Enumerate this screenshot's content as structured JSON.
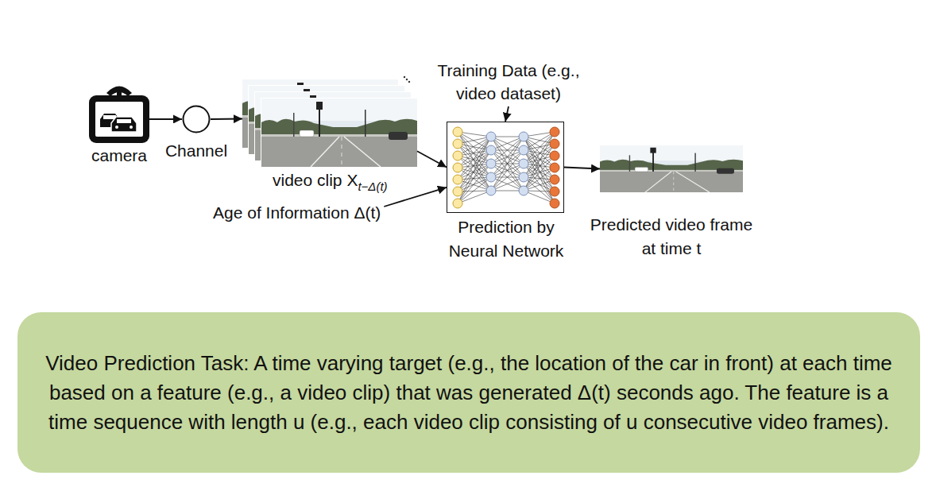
{
  "diagram": {
    "nodes": [
      {
        "text": [
          "camera"
        ]
      },
      {
        "text": [
          "Channel"
        ]
      },
      {
        "text": [
          "video clip X",
          "t−Δ(t)"
        ]
      },
      {
        "text": [
          "Age of Information Δ(t)"
        ]
      },
      {
        "text": [
          "Training Data (e.g., video dataset)"
        ]
      },
      {
        "text": [
          "Prediction by Neural Network"
        ]
      },
      {
        "text": [
          "Predicted video frame at time t"
        ]
      },
      {
        "text": [
          "Video Prediction Task: A time varying target (e.g., the location of the car in front) at each time based on a feature (e.g., a video clip) that was generated Δ(t) seconds ago. The feature is a time sequence with length u (e.g., each video clip consisting of u consecutive video frames)."
        ]
      }
    ],
    "edges": [
      {
        "from": 0,
        "to": 1,
        "arrow": "to"
      },
      {
        "from": 1,
        "to": 2,
        "arrow": "to"
      },
      {
        "from": 2,
        "to": 5,
        "arrow": "to"
      },
      {
        "from": 3,
        "to": 5,
        "arrow": "to"
      },
      {
        "from": 4,
        "to": 5,
        "arrow": "to"
      },
      {
        "from": 5,
        "to": 6,
        "arrow": "to"
      }
    ]
  }
}
